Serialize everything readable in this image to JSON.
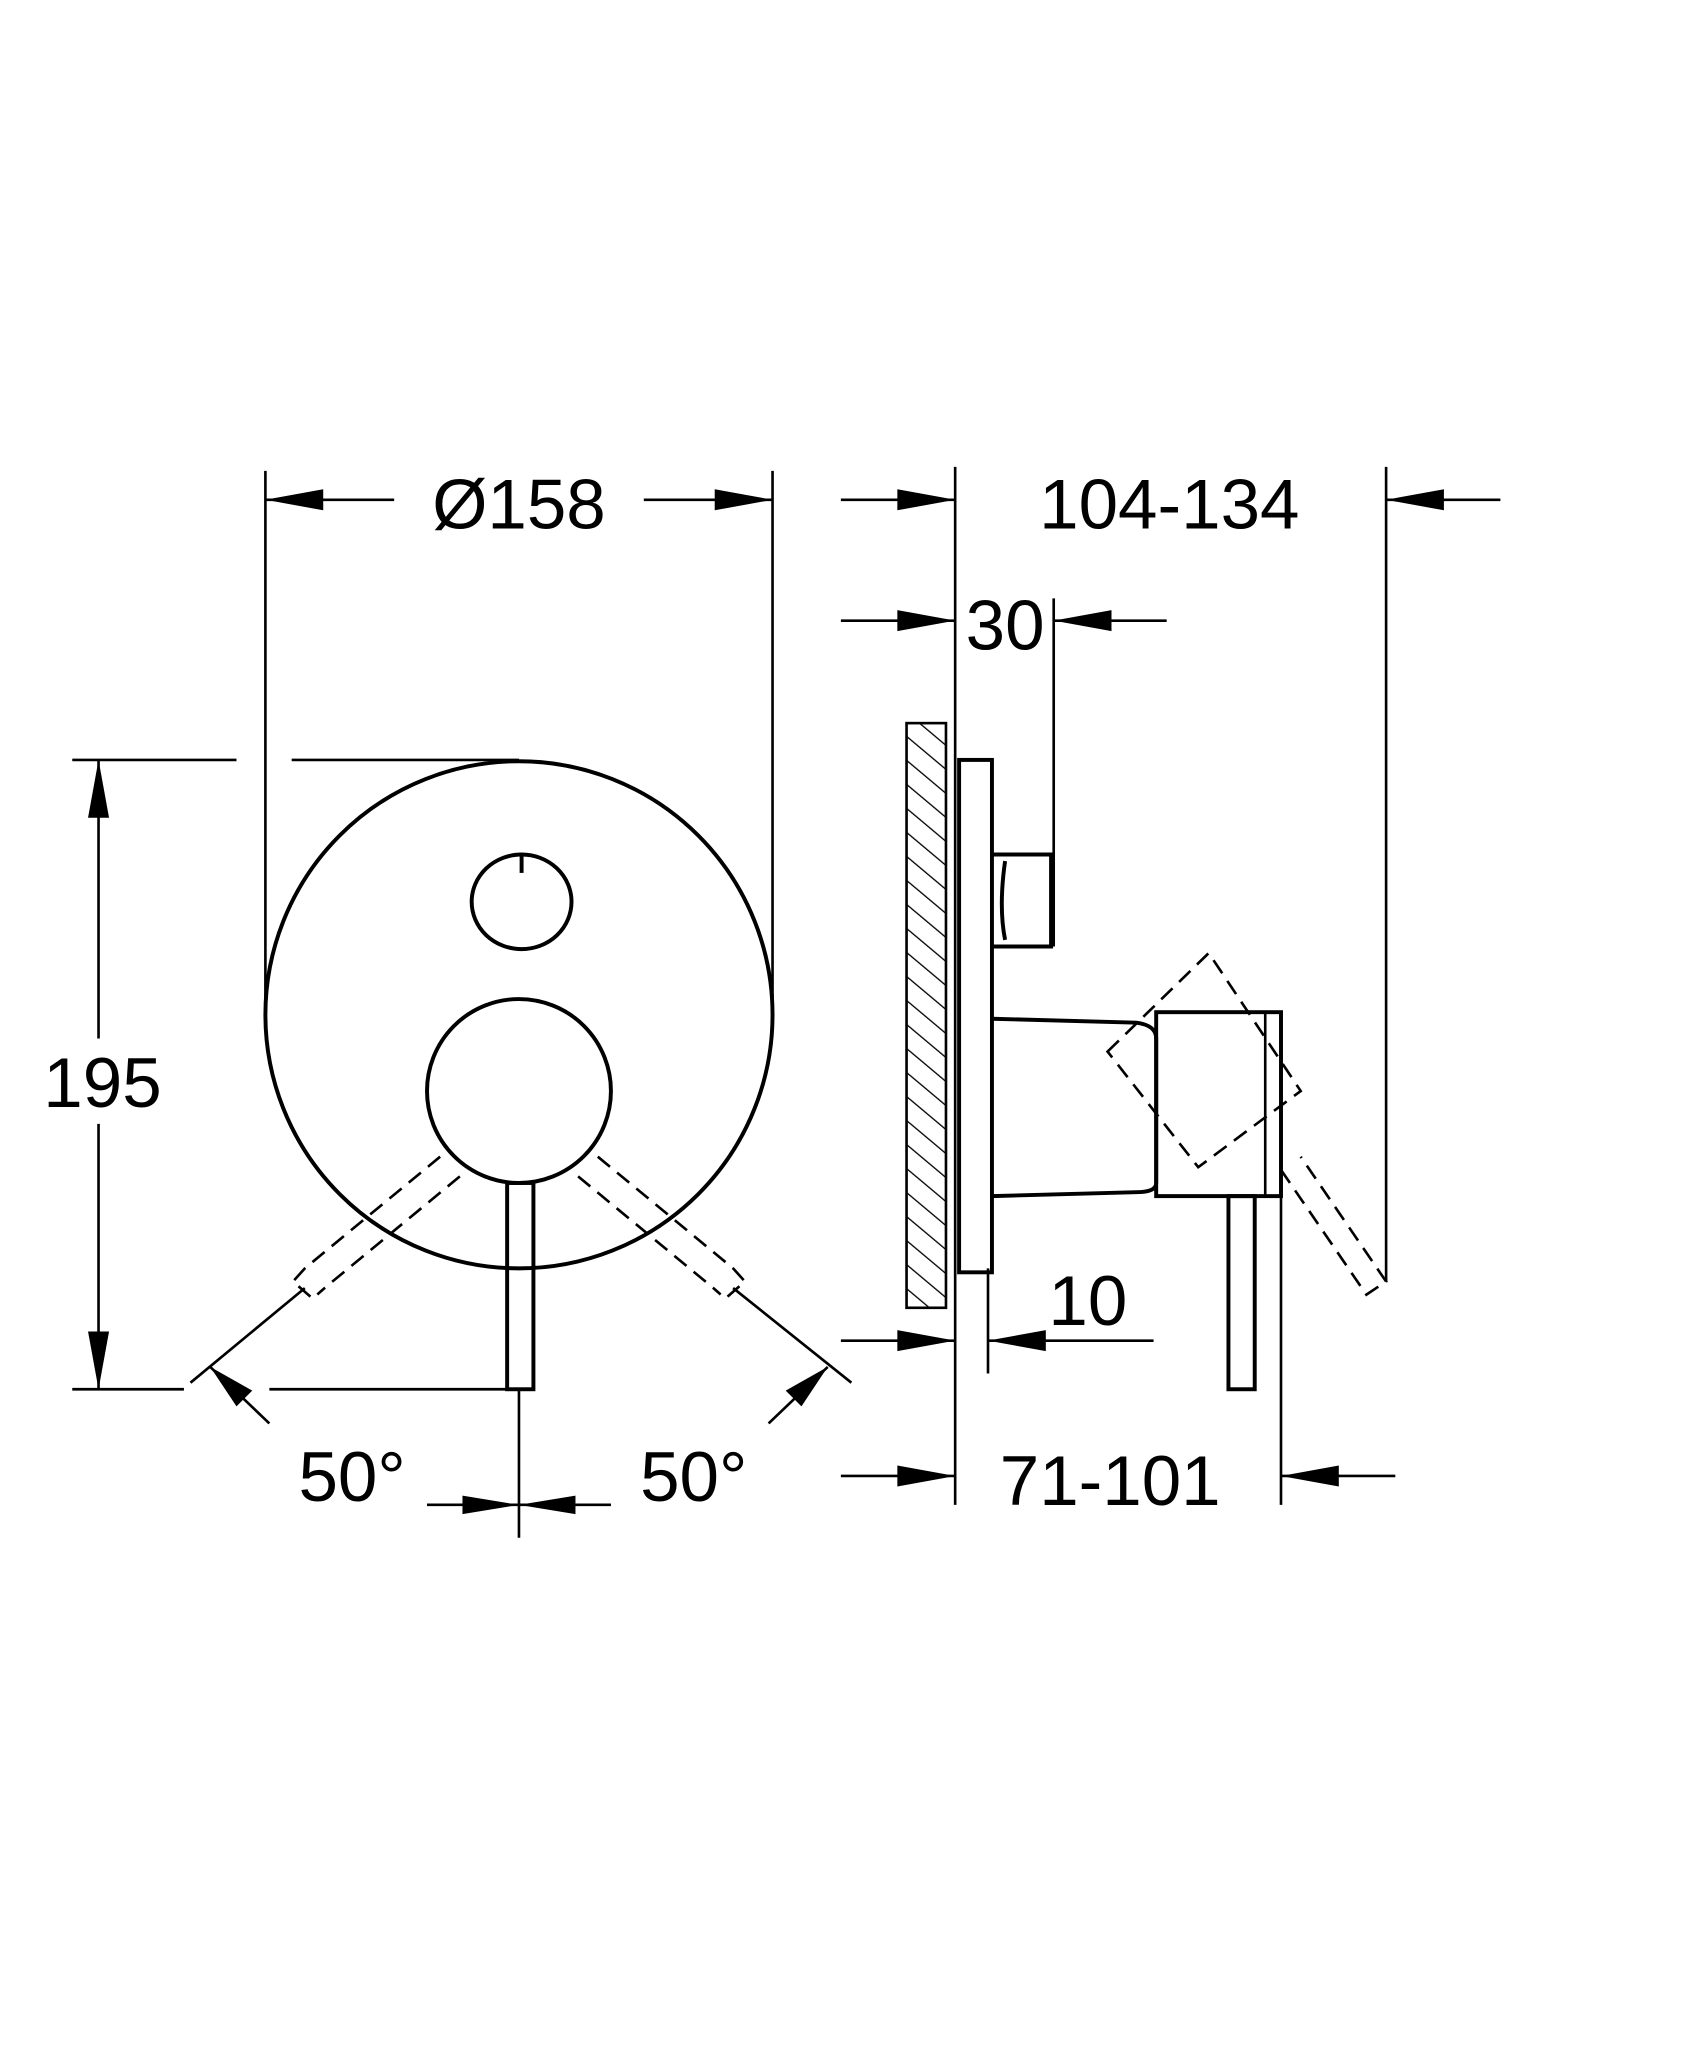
{
  "dimensions": {
    "diameter": "Ø158",
    "height": "195",
    "depth_total": "104-134",
    "depth_box": "30",
    "plate_offset": "10",
    "depth_handle": "71-101",
    "angle_left": "50°",
    "angle_right": "50°"
  },
  "colors": {
    "line": "#000000",
    "background": "#ffffff"
  }
}
